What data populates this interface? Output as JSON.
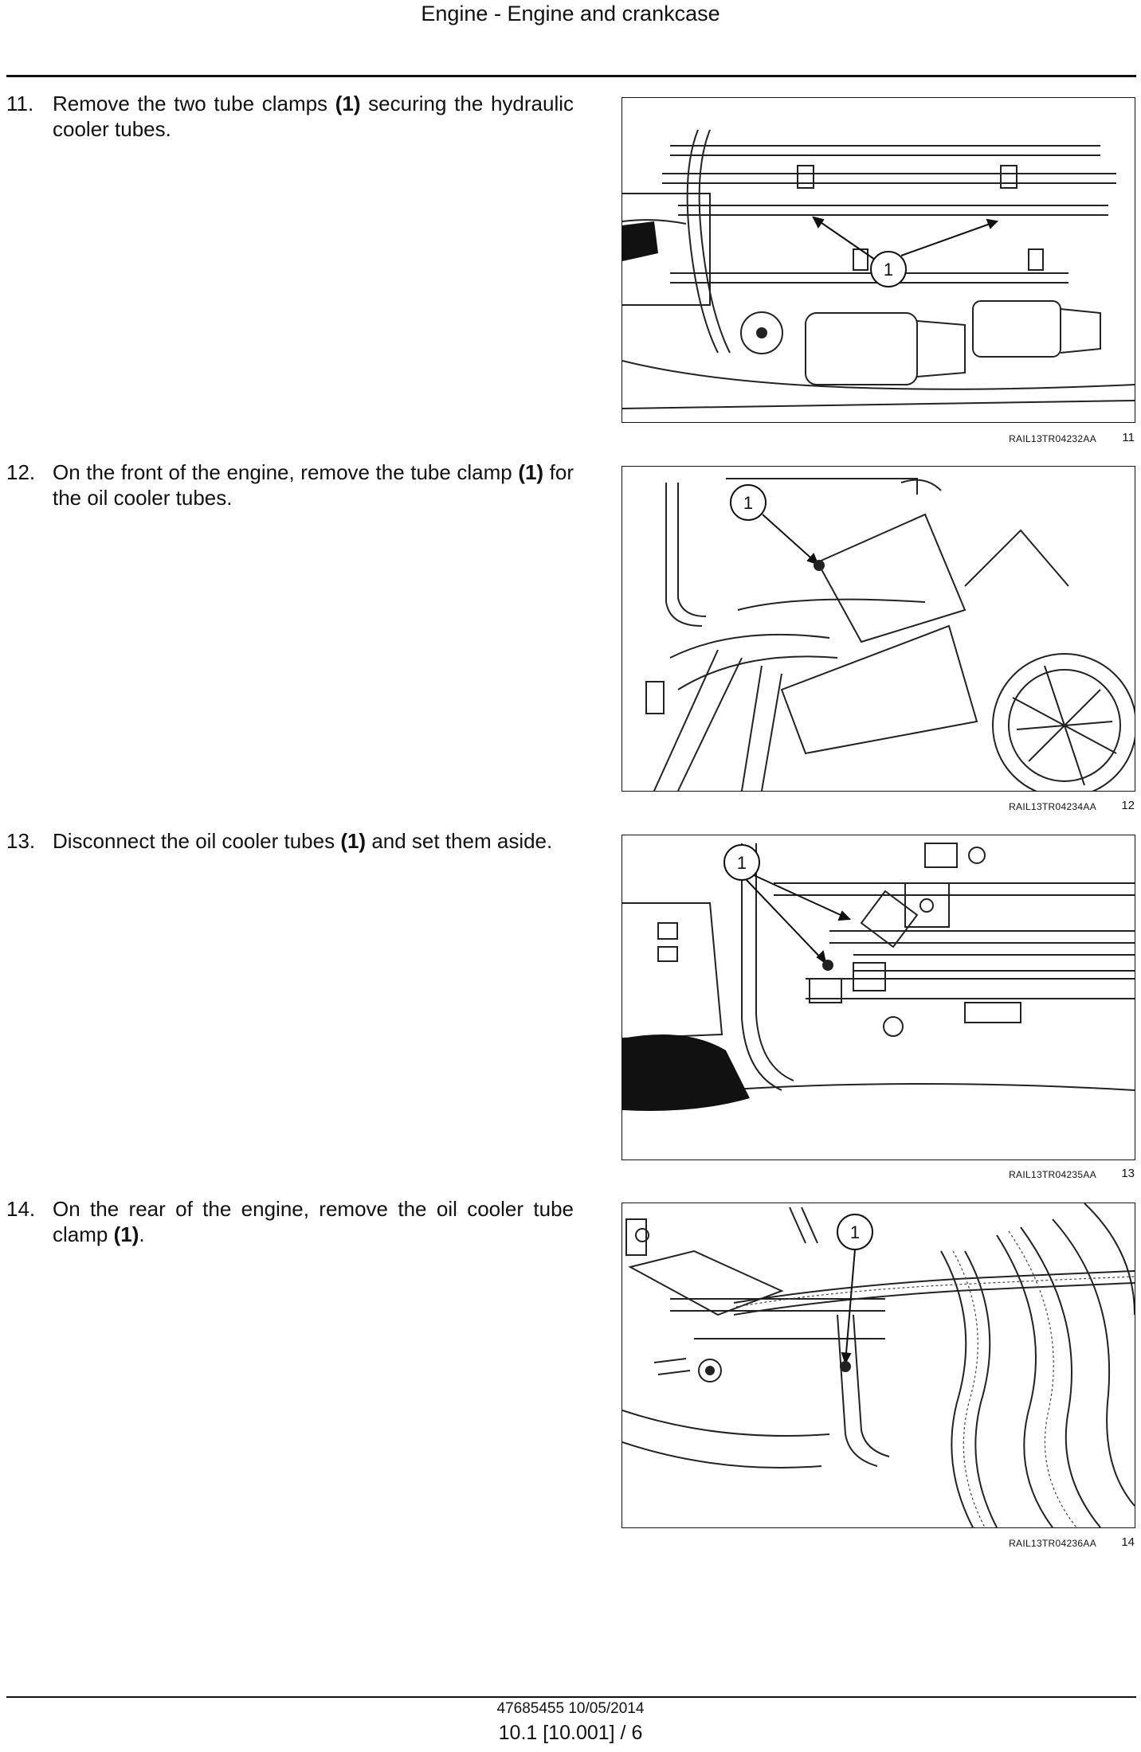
{
  "header": {
    "title": "Engine - Engine and crankcase"
  },
  "steps": [
    {
      "number": "11.",
      "text_before": "Remove the two tube clamps ",
      "callout": "(1)",
      "text_after": " securing the hydraulic cooler tubes.",
      "figure": {
        "id": "RAIL13TR04232AA",
        "number": "11",
        "callout_label": "1"
      }
    },
    {
      "number": "12.",
      "text_before": "On the front of the engine, remove the tube clamp ",
      "callout": "(1)",
      "text_after": " for the oil cooler tubes.",
      "figure": {
        "id": "RAIL13TR04234AA",
        "number": "12",
        "callout_label": "1"
      }
    },
    {
      "number": "13.",
      "text_before": "Disconnect the oil cooler tubes ",
      "callout": "(1)",
      "text_after": " and set them aside.",
      "figure": {
        "id": "RAIL13TR04235AA",
        "number": "13",
        "callout_label": "1"
      }
    },
    {
      "number": "14.",
      "text_before": "On the rear of the engine, remove the oil cooler tube clamp ",
      "callout": "(1)",
      "text_after": ".",
      "figure": {
        "id": "RAIL13TR04236AA",
        "number": "14",
        "callout_label": "1"
      }
    }
  ],
  "footer": {
    "doc": "47685455 10/05/2014",
    "page": "10.1 [10.001] / 6"
  }
}
